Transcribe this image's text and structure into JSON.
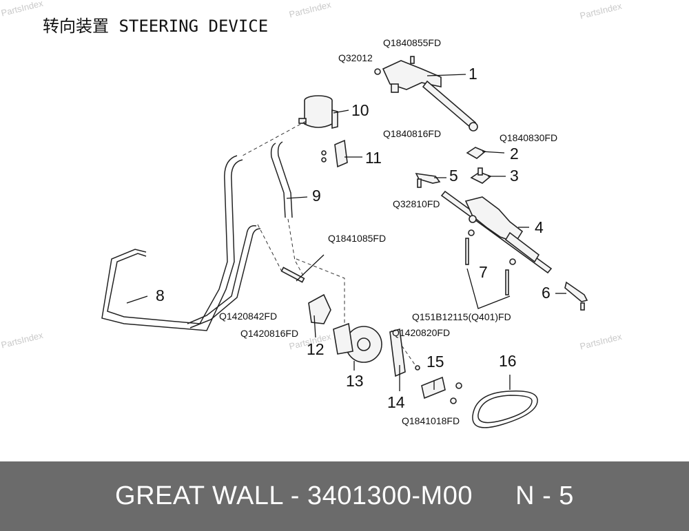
{
  "title": "转向装置 STEERING DEVICE",
  "watermark": "PartsIndex",
  "footer": {
    "brand": "GREAT WALL",
    "separator": "-",
    "part_number": "3401300-M00",
    "page": "N - 5"
  },
  "callouts": [
    "1",
    "2",
    "3",
    "4",
    "5",
    "6",
    "7",
    "8",
    "9",
    "10",
    "11",
    "12",
    "13",
    "14",
    "15",
    "16"
  ],
  "codes": {
    "q1840855": "Q1840855FD",
    "q32012": "Q32012",
    "q1840816a": "Q1840816FD",
    "q1840830": "Q1840830FD",
    "q32810": "Q32810FD",
    "q1841085": "Q1841085FD",
    "q1420842": "Q1420842FD",
    "q1420816": "Q1420816FD",
    "q151b": "Q151B12115(Q401)FD",
    "q1420820": "Q1420820FD",
    "q1841018": "Q1841018FD"
  }
}
